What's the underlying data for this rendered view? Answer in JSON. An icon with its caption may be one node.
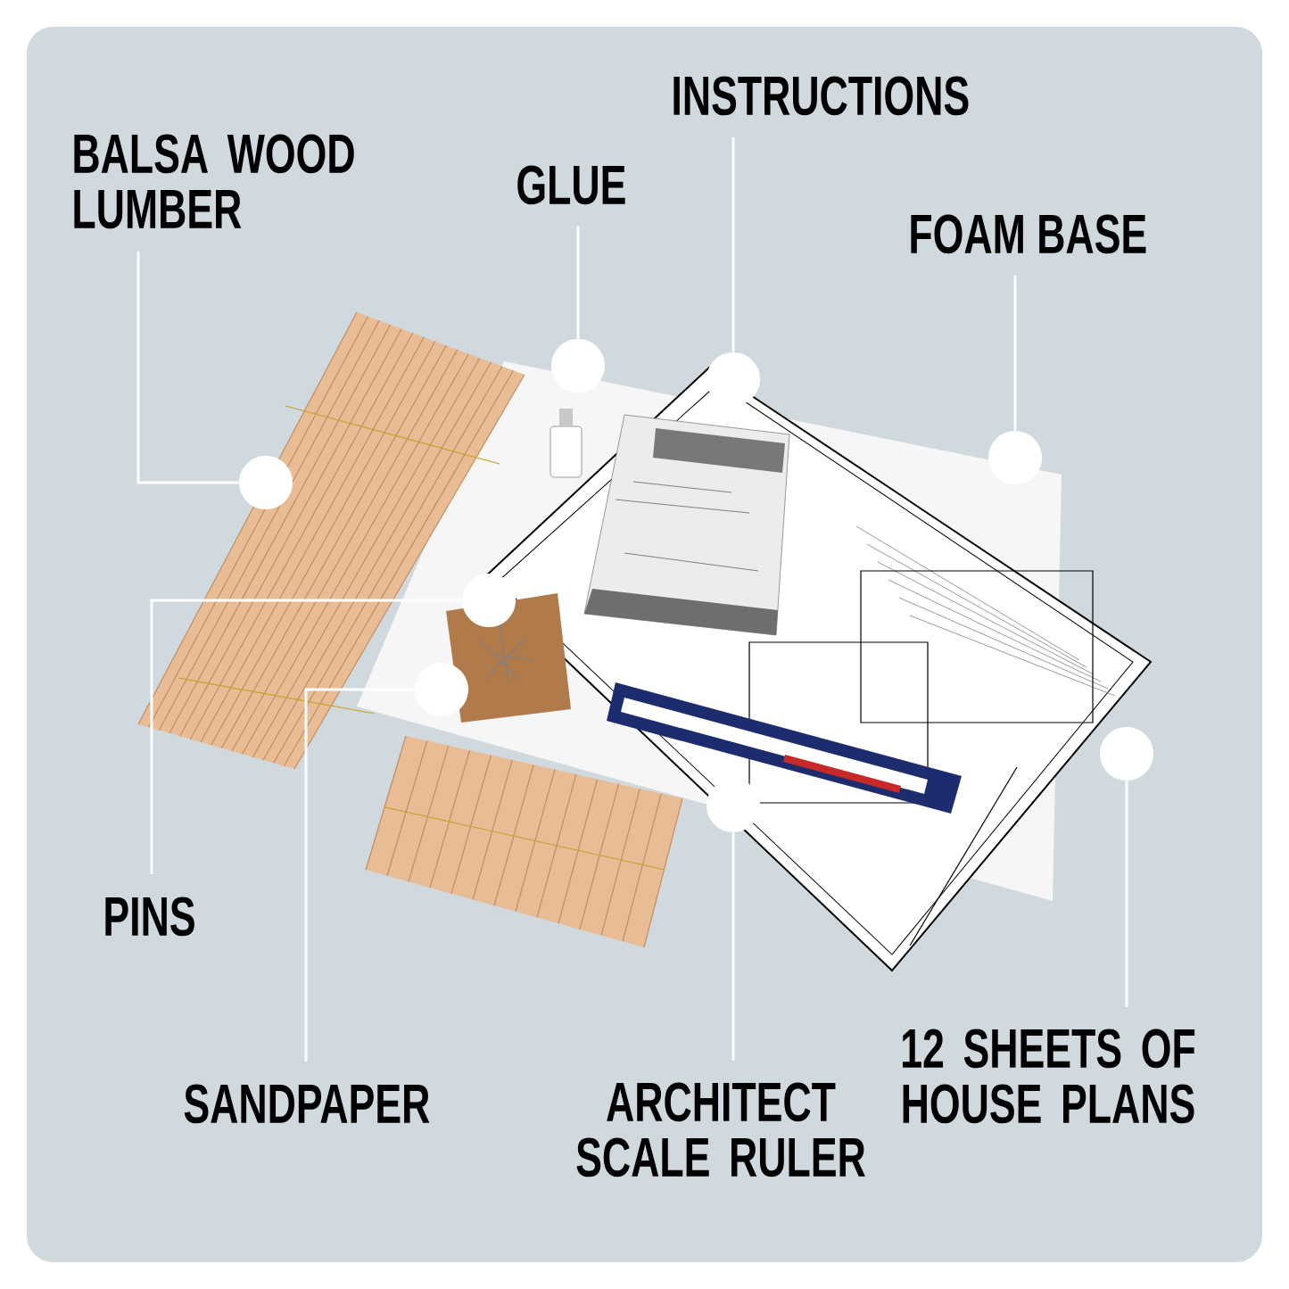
{
  "diagram": {
    "nodes": [
      {
        "text": [
          "BALSA WOOD LUMBER"
        ]
      },
      {
        "text": [],
        "shape": "circle"
      },
      {
        "text": [
          "GLUE"
        ]
      },
      {
        "text": [],
        "shape": "circle"
      },
      {
        "text": [
          "INSTRUCTIONS"
        ]
      },
      {
        "text": [],
        "shape": "circle"
      },
      {
        "text": [
          "FOAM BASE"
        ]
      },
      {
        "text": [],
        "shape": "circle"
      },
      {
        "text": [
          "PINS"
        ]
      },
      {
        "text": [],
        "shape": "circle"
      },
      {
        "text": [
          "SANDPAPER"
        ]
      },
      {
        "text": [],
        "shape": "circle"
      },
      {
        "text": [
          "ARCHITECT SCALE RULER"
        ]
      },
      {
        "text": [],
        "shape": "circle"
      },
      {
        "text": [
          "12 SHEETS OF HOUSE PLANS"
        ]
      },
      {
        "text": [],
        "shape": "circle"
      }
    ],
    "edges": [
      {
        "from": 0,
        "to": 1,
        "arrow": "none"
      },
      {
        "from": 2,
        "to": 3,
        "arrow": "none"
      },
      {
        "from": 4,
        "to": 5,
        "arrow": "none"
      },
      {
        "from": 6,
        "to": 7,
        "arrow": "none"
      },
      {
        "from": 8,
        "to": 9,
        "arrow": "none"
      },
      {
        "from": 10,
        "to": 11,
        "arrow": "none"
      },
      {
        "from": 12,
        "to": 13,
        "arrow": "none"
      },
      {
        "from": 14,
        "to": 15,
        "arrow": "none"
      }
    ]
  }
}
